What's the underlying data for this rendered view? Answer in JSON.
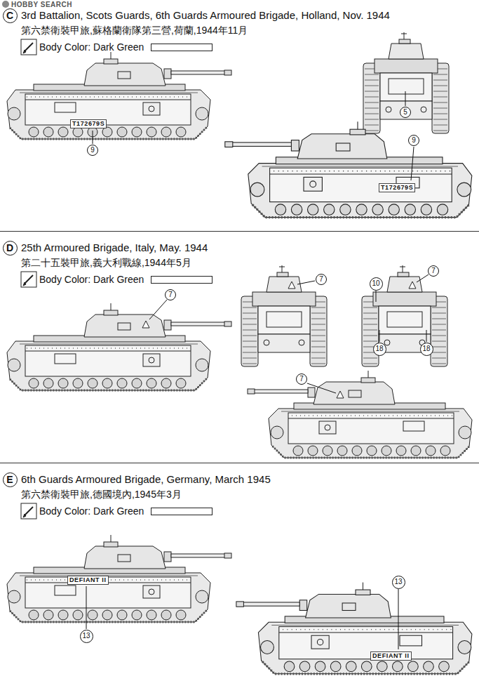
{
  "diagram": {
    "nodes": [
      {
        "text": [
          "3rd Battalion, Scots Guards, 6th Guards Armoured Brigade, Holland, Nov. 1944",
          "第六禁衛裝甲旅,蘇格蘭衛隊第三營,荷蘭,1944年11月"
        ]
      },
      {
        "text": [
          "C"
        ],
        "in": 0
      },
      {
        "text": [
          "9"
        ],
        "in": 0
      },
      {
        "text": [
          "5"
        ],
        "in": 0
      },
      {
        "text": [
          "9"
        ],
        "in": 0
      },
      {
        "text": [
          "25th Armoured Brigade, Italy, May. 1944",
          "第二十五裝甲旅,義大利戰線,1944年5月"
        ]
      },
      {
        "text": [
          "D"
        ],
        "in": 5
      },
      {
        "text": [
          "7"
        ],
        "in": 5
      },
      {
        "text": [
          "7"
        ],
        "in": 5
      },
      {
        "text": [
          "7"
        ],
        "in": 5
      },
      {
        "text": [
          "10"
        ],
        "in": 5
      },
      {
        "text": [
          "18"
        ],
        "in": 5
      },
      {
        "text": [
          "18"
        ],
        "in": 5
      },
      {
        "text": [
          "7"
        ],
        "in": 5
      },
      {
        "text": [
          "6th Guards Armoured Brigade, Germany, March 1945",
          "第六禁衛裝甲旅,德國境內,1945年3月"
        ]
      },
      {
        "text": [
          "E"
        ],
        "in": 14
      },
      {
        "text": [
          "13"
        ],
        "in": 14
      },
      {
        "text": [
          "13"
        ],
        "in": 14
      }
    ],
    "labels": [
      "HOBBY SEARCH",
      "T172679S",
      "T172679S",
      "DEFIANT II",
      "DEFIANT II"
    ],
    "legend": [
      {
        "text": "Body Color: Dark Green",
        "color": "#ffffff"
      },
      {
        "text": "Body Color: Dark Green",
        "color": "#ffffff"
      },
      {
        "text": "Body Color: Dark Green",
        "color": "#ffffff"
      }
    ]
  }
}
